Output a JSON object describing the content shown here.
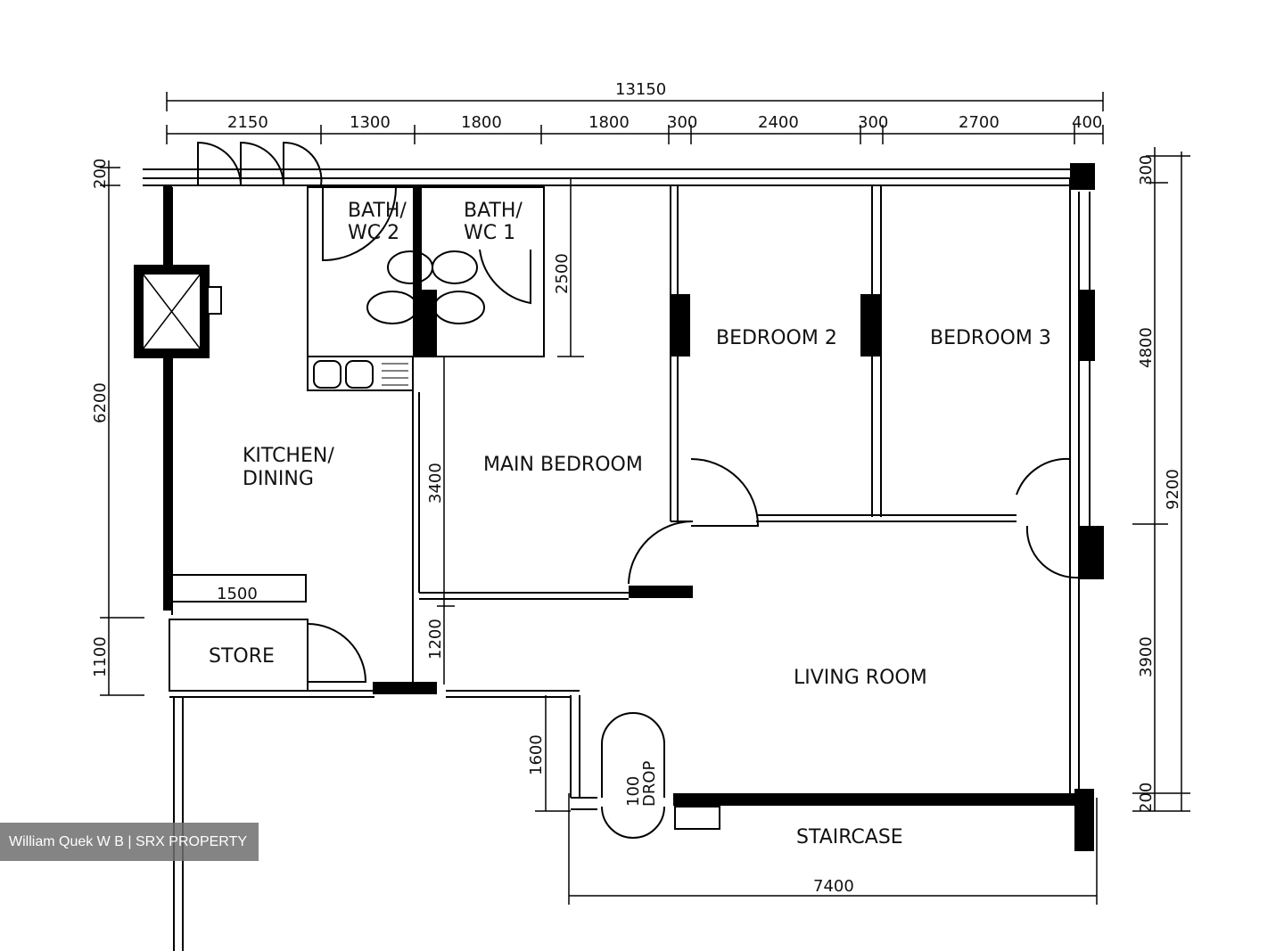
{
  "rooms": {
    "bath_wc2": [
      "BATH/",
      "WC 2"
    ],
    "bath_wc1": [
      "BATH/",
      "WC 1"
    ],
    "bedroom2": "BEDROOM 2",
    "bedroom3": "BEDROOM 3",
    "kitchen_dining": [
      "KITCHEN/",
      "DINING"
    ],
    "main_bedroom": "MAIN BEDROOM",
    "store": "STORE",
    "living_room": "LIVING ROOM",
    "staircase": "STAIRCASE",
    "drop": [
      "100",
      "DROP"
    ]
  },
  "dimensions": {
    "overall_width": "13150",
    "top_segments": [
      "2150",
      "1300",
      "1800",
      "1800",
      "300",
      "2400",
      "300",
      "2700",
      "400"
    ],
    "left_200": "200",
    "left_6200": "6200",
    "left_1100": "1100",
    "inner_2500": "2500",
    "inner_3400": "3400",
    "inner_1200": "1200",
    "inner_1600": "1600",
    "kitchen_1500": "1500",
    "right_300": "300",
    "right_4800": "4800",
    "right_9200": "9200",
    "right_3900": "3900",
    "right_200": "200",
    "bottom_7400": "7400"
  },
  "watermark": "William Quek W B | SRX PROPERTY"
}
